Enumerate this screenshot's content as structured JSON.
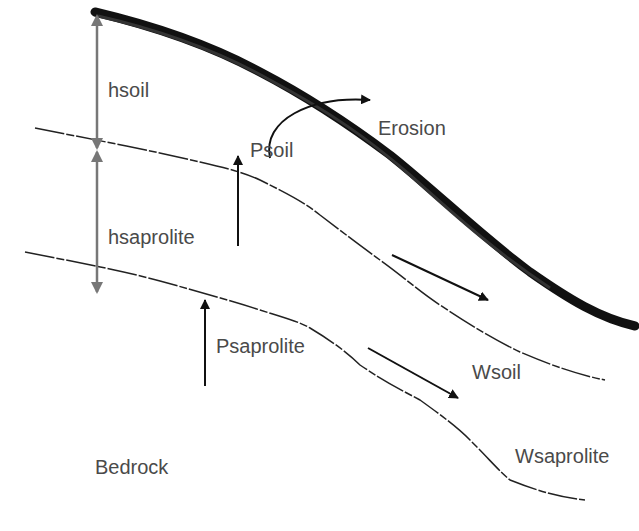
{
  "diagram": {
    "labels": [
      "hsoil",
      "hsaprolite",
      "Psoil",
      "Psaprolite",
      "Erosion",
      "Wsoil",
      "Wsaprolite",
      "Bedrock"
    ]
  }
}
